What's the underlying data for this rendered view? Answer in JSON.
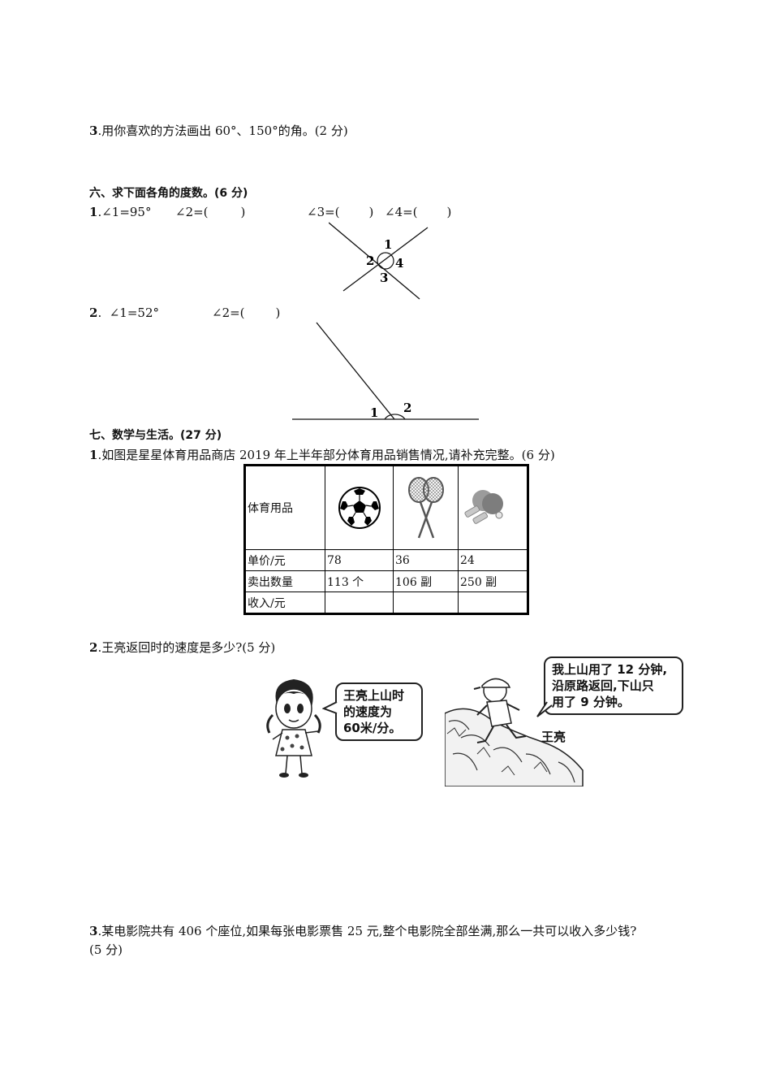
{
  "q3": {
    "num": "3",
    "text": ".用你喜欢的方法画出 60°、150°的角。(2 分)"
  },
  "sec6": {
    "title": "六、求下面各角的度数。(6 分)"
  },
  "q6_1": {
    "num": "1",
    "a1": ".∠1=95°",
    "a2": "∠2=(",
    "a3": "∠3=(",
    "a4": "∠4=(",
    "close": ")"
  },
  "fig1": {
    "labels": [
      "1",
      "2",
      "3",
      "4"
    ]
  },
  "q6_2": {
    "num": "2",
    "a1": ".  ∠1=52°",
    "a2": "∠2=(",
    "close": ")"
  },
  "fig2": {
    "labels": [
      "1",
      "2"
    ]
  },
  "sec7": {
    "title": "七、数学与生活。(27 分)"
  },
  "q7_1": {
    "num": "1",
    "text": ".如图是星星体育用品商店 2019 年上半年部分体育用品销售情况,请补充完整。(6 分)"
  },
  "table": {
    "header": "体育用品",
    "items": [
      "soccer-ball",
      "badminton-rackets",
      "ping-pong-paddles"
    ],
    "rows": [
      {
        "label": "单价/元",
        "values": [
          "78",
          "36",
          "24"
        ]
      },
      {
        "label": "卖出数量",
        "values": [
          "113 个",
          "106 副",
          "250 副"
        ]
      },
      {
        "label": "收入/元",
        "values": [
          "",
          "",
          ""
        ]
      }
    ]
  },
  "q7_2": {
    "num": "2",
    "text": ".王亮返回时的速度是多少?(5 分)"
  },
  "bubble_girl": {
    "lines": [
      "王亮上山时",
      "的速度为",
      "60米/分。"
    ]
  },
  "bubble_boy": {
    "lines": [
      "我上山用了 12 分钟,",
      "沿原路返回,下山只",
      "用了 9 分钟。"
    ]
  },
  "boy_name": "王亮",
  "q7_3": {
    "num": "3",
    "text": ".某电影院共有 406 个座位,如果每张电影票售 25 元,整个电影院全部坐满,那么一共可以收入多少钱?",
    "text2": "(5 分)"
  }
}
